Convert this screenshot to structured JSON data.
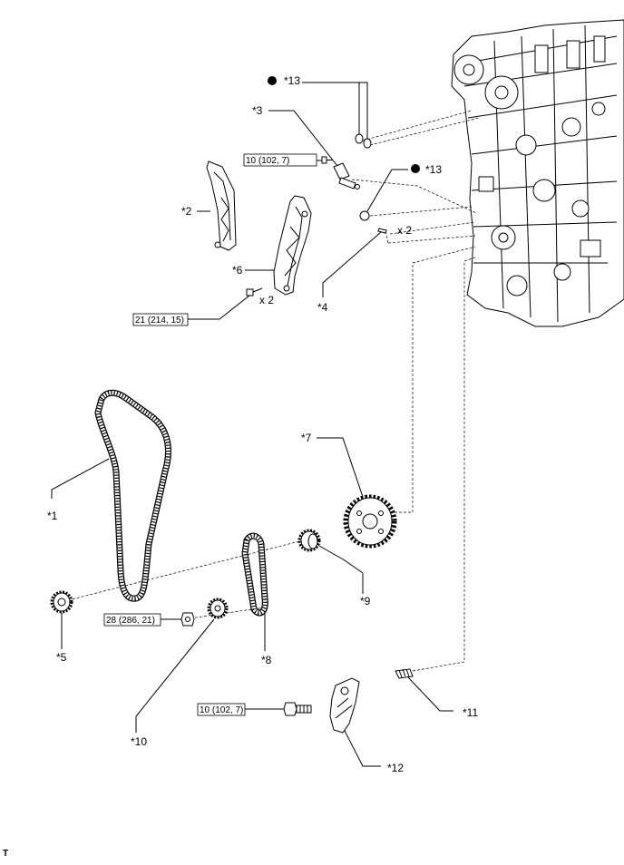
{
  "callouts": {
    "c1": "*1",
    "c2": "*2",
    "c3": "*3",
    "c4": "*4",
    "c5": "*5",
    "c6": "*6",
    "c7": "*7",
    "c8": "*8",
    "c9": "*9",
    "c10": "*10",
    "c11": "*11",
    "c12": "*12",
    "c13a": "*13",
    "c13b": "*13"
  },
  "torque": {
    "t1": "10 (102, 7)",
    "t2": "21 (214, 15)",
    "t3": "28 (286, 21)",
    "t4": "10 (102, 7)"
  },
  "quantities": {
    "q1": "x 2",
    "q2": "x 2"
  },
  "corner_mark": "T",
  "icons": {
    "non_reusable": "filled-circle-icon"
  }
}
